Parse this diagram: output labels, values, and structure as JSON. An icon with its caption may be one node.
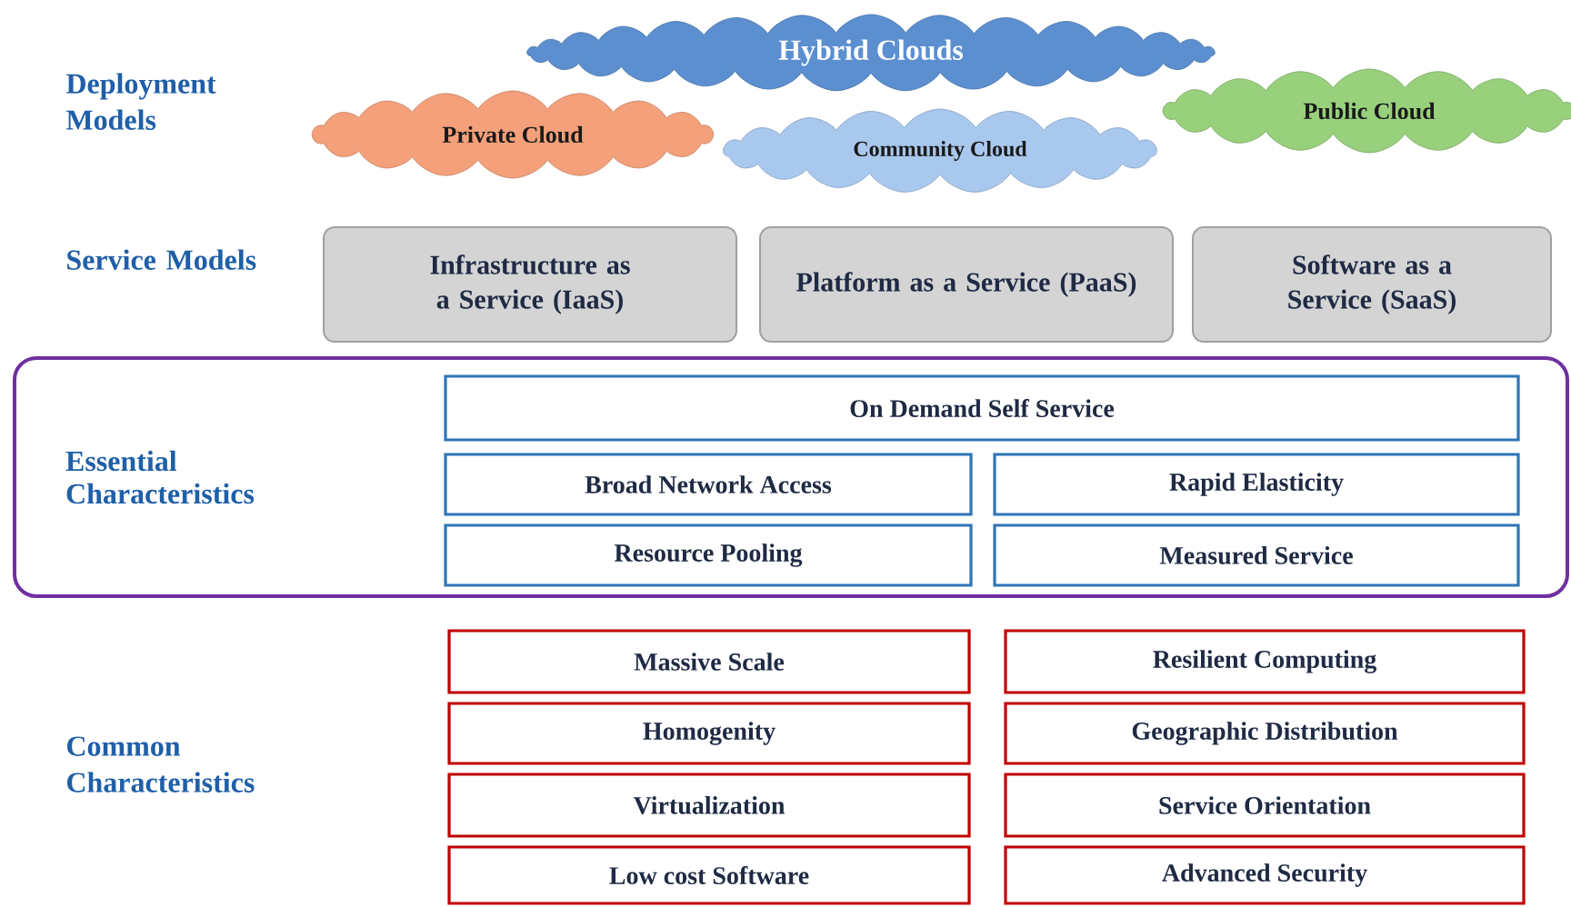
{
  "diagram": {
    "nodes": [
      {
        "text": [
          "Hybrid Clouds"
        ]
      },
      {
        "text": [
          "Private Cloud"
        ]
      },
      {
        "text": [
          "Community Cloud"
        ]
      },
      {
        "text": [
          "Public Cloud"
        ]
      },
      {
        "text": [
          "Infrastructure as a Service (IaaS)"
        ]
      },
      {
        "text": [
          "Platform as a Service (PaaS)"
        ]
      },
      {
        "text": [
          "Software as a Service (SaaS)"
        ]
      },
      {
        "text": [
          "Essential Characteristics"
        ]
      },
      {
        "text": [
          "On Demand Self Service"
        ],
        "in": 7
      },
      {
        "text": [
          "Broad Network Access"
        ],
        "in": 7
      },
      {
        "text": [
          "Rapid Elasticity"
        ],
        "in": 7
      },
      {
        "text": [
          "Resource Pooling"
        ],
        "in": 7
      },
      {
        "text": [
          "Measured Service"
        ],
        "in": 7
      },
      {
        "text": [
          "Massive Scale"
        ]
      },
      {
        "text": [
          "Resilient Computing"
        ]
      },
      {
        "text": [
          "Homogenity"
        ]
      },
      {
        "text": [
          "Geographic Distribution"
        ]
      },
      {
        "text": [
          "Virtualization"
        ]
      },
      {
        "text": [
          "Service Orientation"
        ]
      },
      {
        "text": [
          "Low cost Software"
        ]
      },
      {
        "text": [
          "Advanced Security"
        ]
      }
    ],
    "labels": [
      "Deployment Models",
      "Service Models",
      "Common Characteristics"
    ]
  }
}
